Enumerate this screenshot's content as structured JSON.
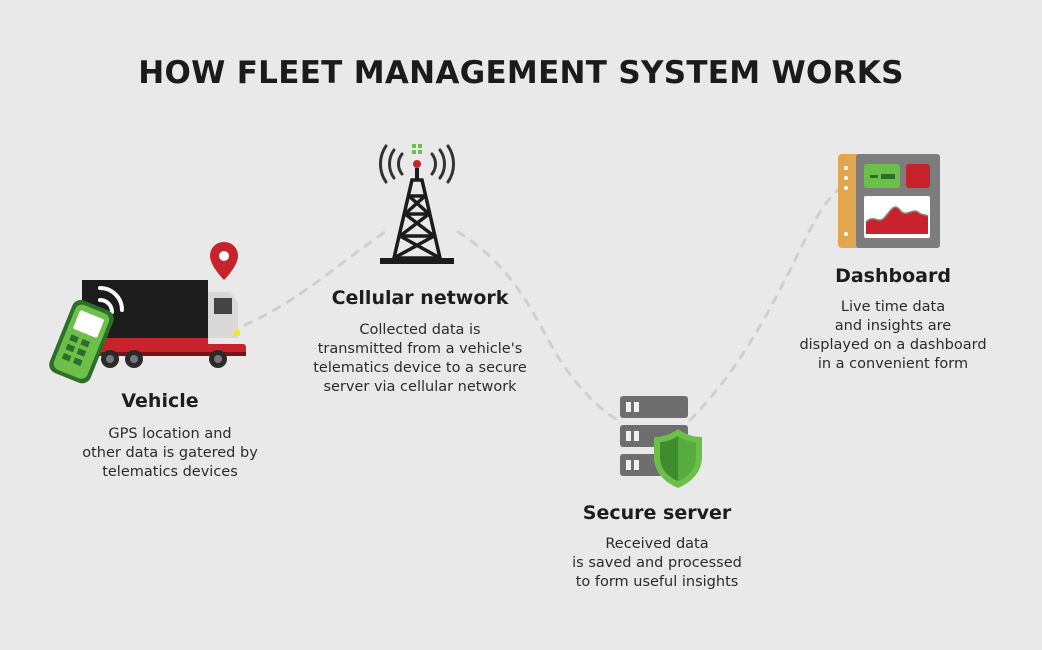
{
  "title": "HOW FLEET MANAGEMENT SYSTEM WORKS",
  "steps": {
    "vehicle": {
      "title": "Vehicle",
      "lines": [
        "GPS location and",
        "other data is gatered by",
        "telematics devices"
      ]
    },
    "cellular": {
      "title": "Cellular network",
      "lines": [
        "Collected data is",
        "transmitted from a vehicle's",
        "telematics device to a secure",
        "server via cellular network"
      ]
    },
    "server": {
      "title": "Secure server",
      "lines": [
        "Received data",
        "is saved and processed",
        "to form useful insights"
      ]
    },
    "dashboard": {
      "title": "Dashboard",
      "lines": [
        "Live time data",
        "and insights are",
        "displayed on a dashboard",
        "in a convenient form"
      ]
    }
  },
  "icons": {
    "vehicle": [
      "truck-icon",
      "location-pin-icon",
      "telematics-device-icon",
      "wifi-signal-icon"
    ],
    "cellular": "cell-tower-icon",
    "server": [
      "server-rack-icon",
      "shield-icon"
    ],
    "dashboard": "dashboard-panel-icon"
  },
  "colors": {
    "background": "#e9e9e9",
    "red": "#c8222c",
    "green": "#6cc04a",
    "connector": "#cfcfcf"
  }
}
